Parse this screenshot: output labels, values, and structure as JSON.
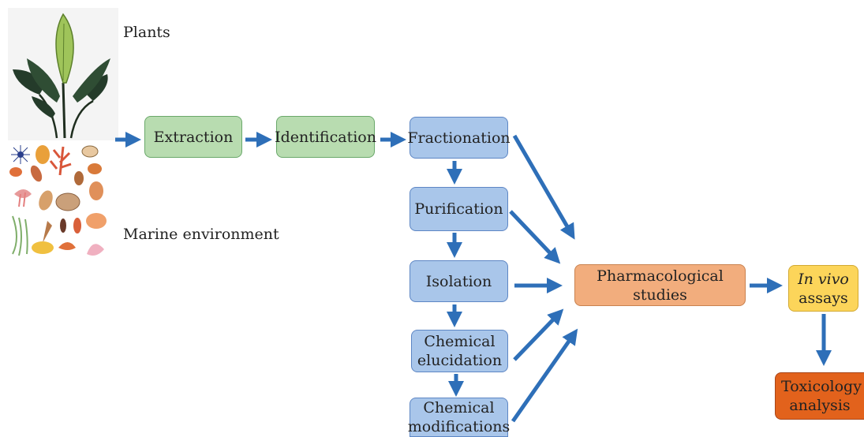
{
  "sources": {
    "plants_label": "Plants",
    "marine_label": "Marine environment"
  },
  "boxes": {
    "extraction": "Extraction",
    "identification": "Identification",
    "fractionation": "Fractionation",
    "purification": "Purification",
    "isolation": "Isolation",
    "chem_elucidation_1": "Chemical",
    "chem_elucidation_2": "elucidation",
    "chem_modifications_1": "Chemical",
    "chem_modifications_2": "modifications",
    "pharmacological_1": "Pharmacological",
    "pharmacological_2": "studies",
    "invivo_italic": "In vivo",
    "invivo_2": "assays",
    "toxicology_1": "Toxicology",
    "toxicology_2": "analysis"
  },
  "colors": {
    "arrow": "#2e6fb8",
    "green_fill": "#b8dcb0",
    "blue_fill": "#a9c6ea",
    "orange_fill": "#f2ad7d",
    "yellow_fill": "#fcd55a",
    "red_fill": "#e2621c"
  }
}
